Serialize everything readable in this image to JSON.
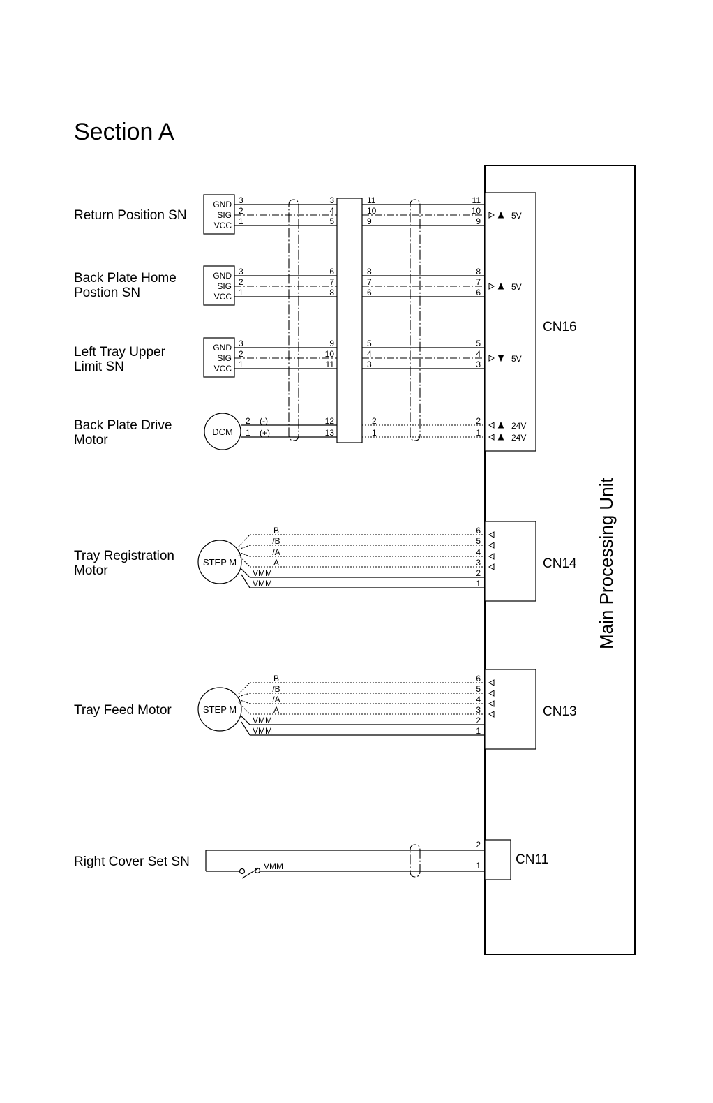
{
  "title": "Section A",
  "main_unit": "Main Processing Unit",
  "components": {
    "return_position": {
      "label_lines": [
        "Return Position SN"
      ],
      "pins": [
        "GND",
        "SIG",
        "VCC"
      ],
      "wires": [
        [
          "3",
          "3",
          "11",
          "11"
        ],
        [
          "2",
          "4",
          "10",
          "10"
        ],
        [
          "1",
          "5",
          "9",
          "9"
        ]
      ],
      "voltage": "5V"
    },
    "back_plate_home": {
      "label_lines": [
        "Back Plate Home",
        "Postion SN"
      ],
      "pins": [
        "GND",
        "SIG",
        "VCC"
      ],
      "wires": [
        [
          "3",
          "6",
          "8",
          "8"
        ],
        [
          "2",
          "7",
          "7",
          "7"
        ],
        [
          "1",
          "8",
          "6",
          "6"
        ]
      ],
      "voltage": "5V"
    },
    "left_tray": {
      "label_lines": [
        "Left Tray Upper",
        "Limit SN"
      ],
      "pins": [
        "GND",
        "SIG",
        "VCC"
      ],
      "wires": [
        [
          "3",
          "9",
          "5",
          "5"
        ],
        [
          "2",
          "10",
          "4",
          "4"
        ],
        [
          "1",
          "11",
          "3",
          "3"
        ]
      ],
      "voltage": "5V"
    },
    "back_plate_drive": {
      "label_lines": [
        "Back Plate Drive",
        "Motor"
      ],
      "device": "DCM",
      "wires": [
        [
          "2",
          "(-)",
          "12",
          "2",
          "2"
        ],
        [
          "1",
          "(+)",
          "13",
          "1",
          "1"
        ]
      ],
      "voltages": [
        "24V",
        "24V"
      ]
    },
    "tray_registration": {
      "label_lines": [
        "Tray Registration",
        "Motor"
      ],
      "device": "STEP M",
      "signals": [
        "B",
        "/B",
        "/A",
        "A",
        "VMM",
        "VMM"
      ],
      "pins": [
        "6",
        "5",
        "4",
        "3",
        "2",
        "1"
      ]
    },
    "tray_feed": {
      "label_lines": [
        "Tray Feed Motor"
      ],
      "device": "STEP M",
      "signals": [
        "B",
        "/B",
        "/A",
        "A",
        "VMM",
        "VMM"
      ],
      "pins": [
        "6",
        "5",
        "4",
        "3",
        "2",
        "1"
      ]
    },
    "right_cover": {
      "label_lines": [
        "Right Cover Set SN"
      ],
      "signal": "VMM",
      "pins": [
        "2",
        "1"
      ]
    }
  },
  "connectors": {
    "cn16": "CN16",
    "cn14": "CN14",
    "cn13": "CN13",
    "cn11": "CN11"
  }
}
